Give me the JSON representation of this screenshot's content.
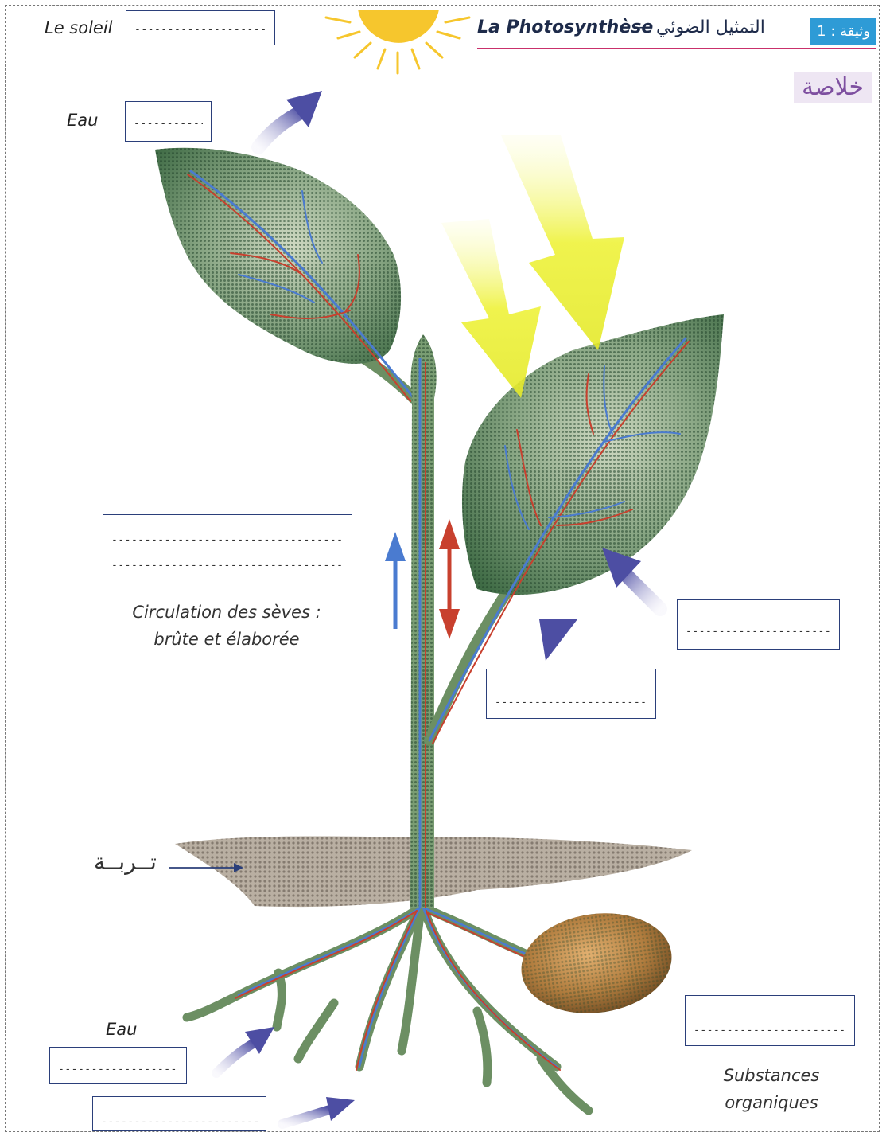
{
  "header": {
    "title_fr": "La Photosynthèse",
    "title_dash": "–",
    "title_ar": "التمثيل الضوئي",
    "doc_badge": "وثيقة : 1"
  },
  "summary_label": "خلاصة",
  "labels": {
    "sun": "Le soleil",
    "water_top": "Eau",
    "sap_line1": "Circulation des sèves :",
    "sap_line2": "brûte et élaborée",
    "soil": "تــربــة",
    "water_bottom": "Eau",
    "organic_line1": "Substances",
    "organic_line2": "organiques"
  },
  "blanks": {
    "short": "-------------------------",
    "mid": "------------------------------",
    "long": "-----------------------------------------"
  },
  "colors": {
    "sun": "#f6c62d",
    "light_rays": "#eef23a",
    "leaf": "#5f8d5d",
    "stem": "#7a9d73",
    "raw_sap": "#4a7bd0",
    "elaborated_sap": "#c8402e",
    "gas_arrow": "#4d4ea3",
    "soil": "#8a7e6d",
    "seed": "#b07c3e",
    "title_underline": "#c9306b",
    "badge": "#2e9bd6"
  },
  "icons": [
    "sun-icon",
    "sunlight-arrow",
    "gas-exchange-arrow",
    "sap-flow-arrow",
    "seed-icon",
    "soil-layer"
  ]
}
